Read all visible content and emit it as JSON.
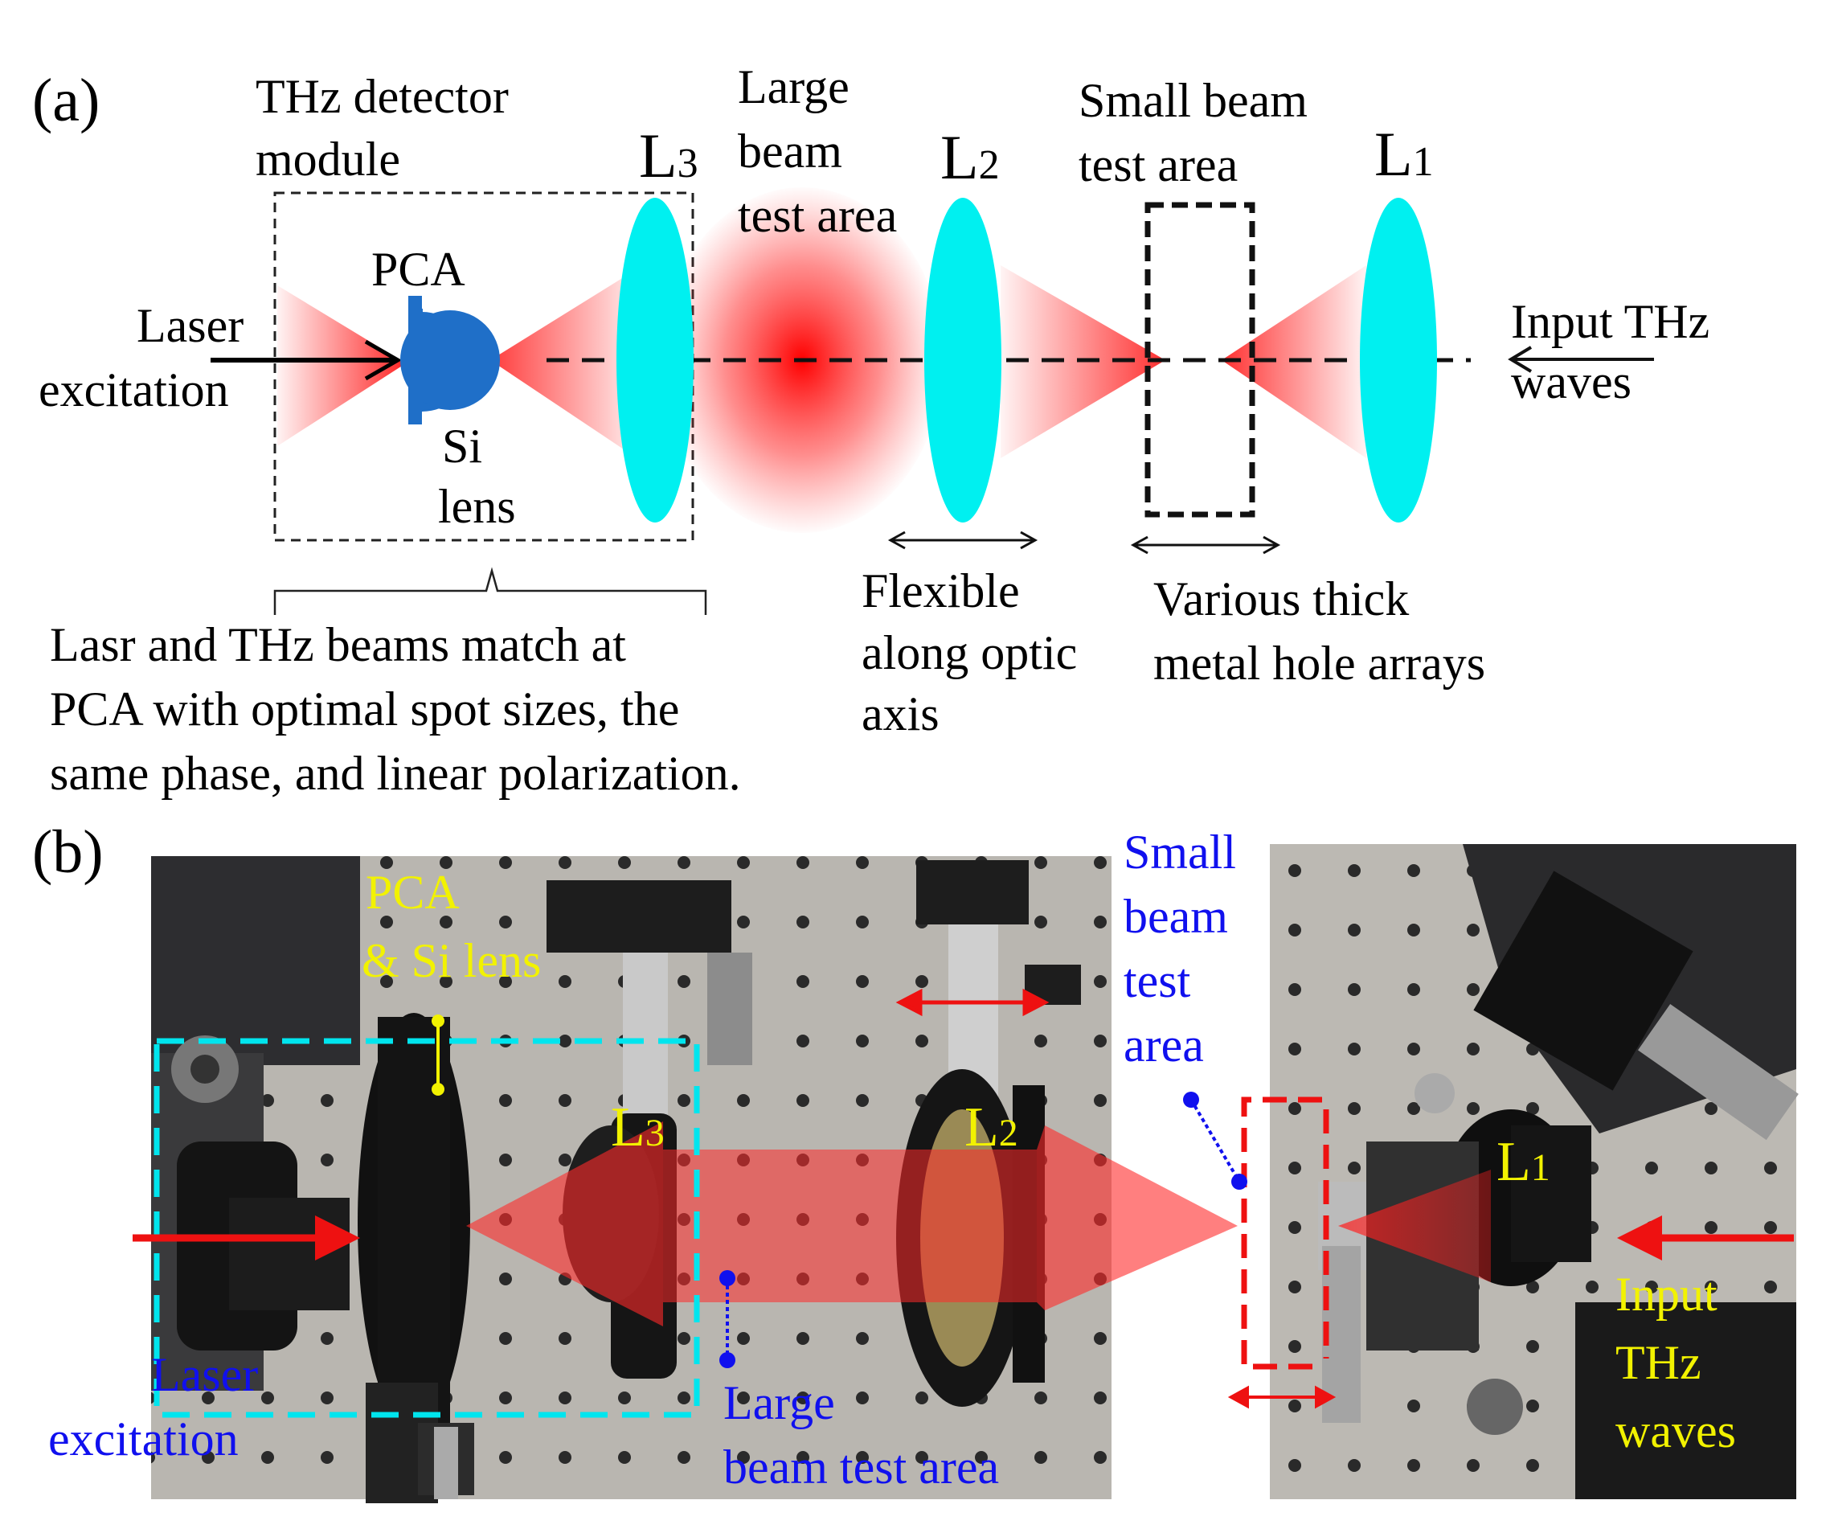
{
  "panel_a": {
    "label": "(a)",
    "detector_module": [
      "THz detector",
      "module"
    ],
    "lens_L3": {
      "main": "L",
      "sub": "3"
    },
    "lens_L2": {
      "main": "L",
      "sub": "2"
    },
    "lens_L1": {
      "main": "L",
      "sub": "1"
    },
    "large_beam": [
      "Large",
      "beam",
      "test area"
    ],
    "small_beam": [
      "Small beam",
      "test area"
    ],
    "pca": "PCA",
    "si_lens": [
      "Si",
      "lens"
    ],
    "laser": [
      "Laser",
      "excitation"
    ],
    "input_thz": [
      "Input THz",
      "waves"
    ],
    "flexible": [
      "Flexible",
      "along optic",
      "axis"
    ],
    "various": [
      "Various thick",
      "metal hole arrays"
    ],
    "caption": [
      "Lasr and THz beams match at",
      "PCA with optimal spot sizes, the",
      "same phase, and linear polarization."
    ]
  },
  "panel_b": {
    "label": "(b)",
    "pca_si": [
      "PCA",
      "& Si lens"
    ],
    "lens_L3": {
      "main": "L",
      "sub": "3"
    },
    "lens_L2": {
      "main": "L",
      "sub": "2"
    },
    "lens_L1": {
      "main": "L",
      "sub": "1"
    },
    "small_beam": [
      "Small",
      "beam",
      "test",
      "area"
    ],
    "large_beam": [
      "Large",
      "beam test area"
    ],
    "laser": [
      "Laser",
      "excitation"
    ],
    "input_thz": [
      "Input",
      "THz",
      "waves"
    ]
  },
  "colors": {
    "lens": "#00f0f0",
    "pca": "#1f6fc8",
    "beam_red": "#ff2020",
    "label_yellow": "#f2f200",
    "label_blue": "#1010ee",
    "dashed_cyan": "#00e5ee",
    "dashed_red": "#ee1111"
  }
}
